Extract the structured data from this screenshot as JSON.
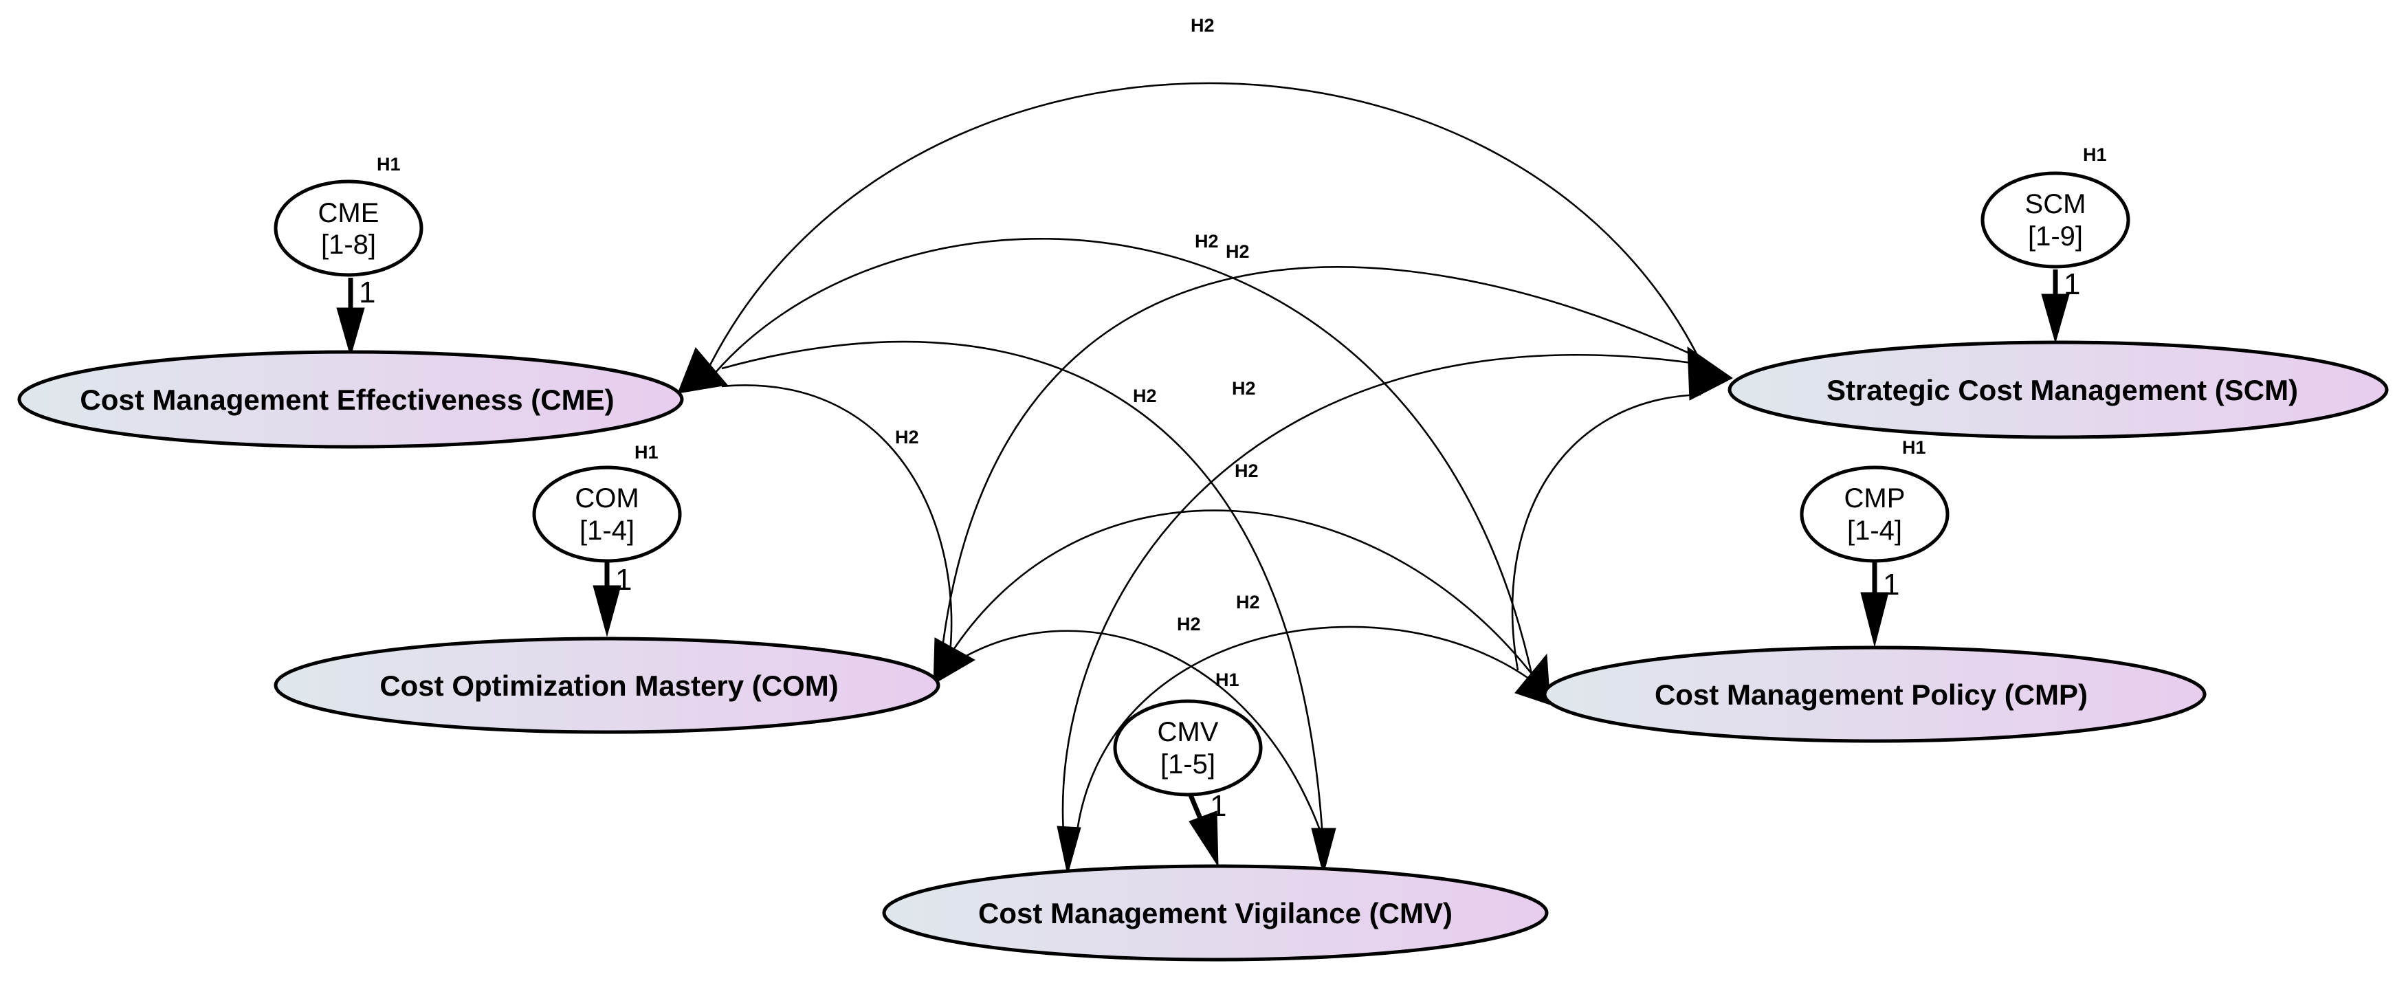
{
  "constructs": {
    "cme": {
      "label": "Cost Management Effectiveness (CME)"
    },
    "scm": {
      "label": "Strategic Cost Management (SCM)"
    },
    "com": {
      "label": "Cost Optimization Mastery (COM)"
    },
    "cmp": {
      "label": "Cost Management Policy (CMP)"
    },
    "cmv": {
      "label": "Cost Management Vigilance (CMV)"
    }
  },
  "indicators": {
    "cme": {
      "name": "CME",
      "range": "[1-8]",
      "group": "H1",
      "weight": "1"
    },
    "scm": {
      "name": "SCM",
      "range": "[1-9]",
      "group": "H1",
      "weight": "1"
    },
    "com": {
      "name": "COM",
      "range": "[1-4]",
      "group": "H1",
      "weight": "1"
    },
    "cmp": {
      "name": "CMP",
      "range": "[1-4]",
      "group": "H1",
      "weight": "1"
    },
    "cmv": {
      "name": "CMV",
      "range": "[1-5]",
      "group": "H1",
      "weight": "1"
    }
  },
  "path_labels": {
    "cme_scm": "H2",
    "cme_cmp_a": "H2",
    "cme_cmp_b": "H2",
    "com_scm": "H2",
    "cme_com": "H2",
    "cme_cmv": "H2",
    "cmv_scm": "H2",
    "com_cmp": "H2",
    "com_cmv": "H2",
    "cmv_cmp": "H2"
  },
  "colors": {
    "construct_fill_start": "#dfe7ec",
    "construct_fill_end": "#e8cdee",
    "stroke": "#000000"
  }
}
